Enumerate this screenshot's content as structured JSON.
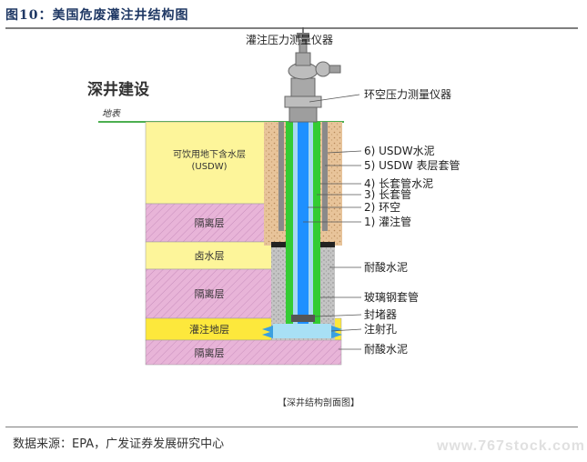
{
  "figure": {
    "title": "图10：美国危废灌注井结构图",
    "source": "数据来源：EPA，广发证券发展研究中心",
    "watermark": "www.767stock.com"
  },
  "diagram": {
    "heading": "深井建设",
    "surface_label": "地表",
    "caption": "【深井结构剖面图】",
    "layers": {
      "aquifer": "可饮用地下含水层",
      "aquifer_sub": "(USDW)",
      "confining_1": "隔离层",
      "brine": "卤水层",
      "confining_2": "隔离层",
      "injection_zone": "灌注地层",
      "confining_3": "隔离层"
    },
    "callouts": {
      "injection_pressure_gauge": "灌注压力测量仪器",
      "annulus_pressure_gauge": "环空压力测量仪器",
      "usdw_cement": "6) USDW水泥",
      "usdw_casing": "5) USDW 表层套管",
      "long_casing_cement": "4) 长套管水泥",
      "long_casing": "3) 长套管",
      "annulus": "2) 环空",
      "injection_tubing": "1) 灌注管",
      "acid_cement_1": "耐酸水泥",
      "fiberglass_casing": "玻璃钢套管",
      "packer": "封堵器",
      "perforations": "注射孔",
      "acid_cement_2": "耐酸水泥"
    },
    "colors": {
      "aquifer": "#fdf59a",
      "confining": "#e8b4d8",
      "injection": "#fde83c",
      "soil": "#e8c49a",
      "cement": "#bdbdbd",
      "long_casing": "#33cc33",
      "tubing": "#1e90ff",
      "surface_line": "#4caf50"
    }
  }
}
